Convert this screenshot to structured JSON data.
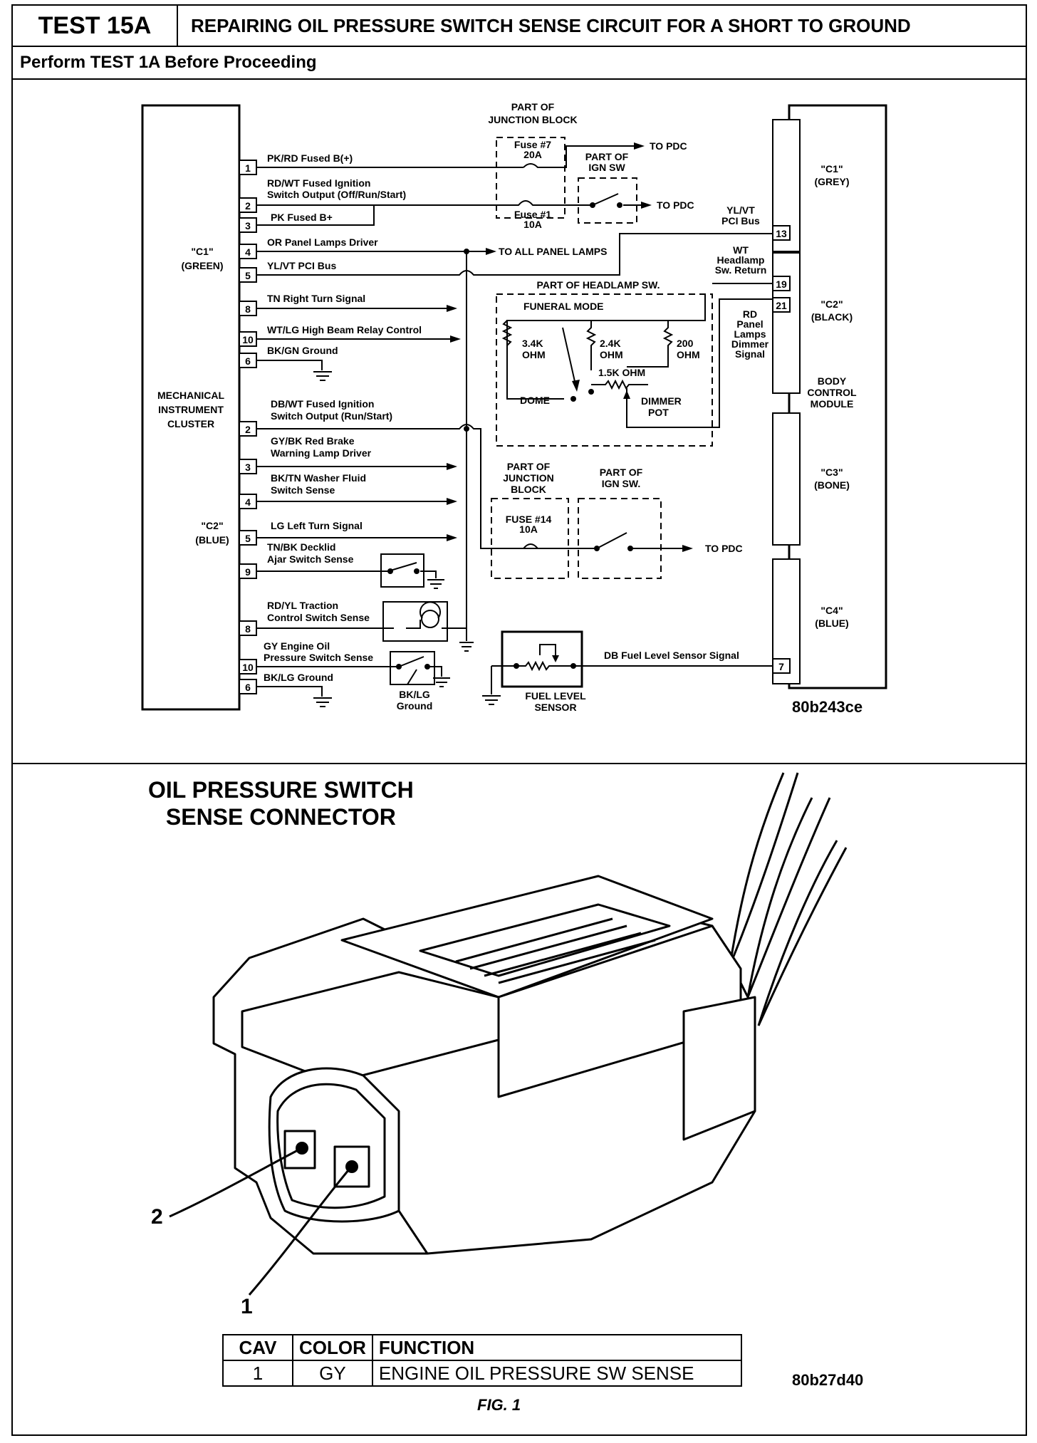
{
  "header": {
    "test_id": "TEST 15A",
    "title": "REPAIRING OIL PRESSURE SWITCH SENSE CIRCUIT FOR A SHORT TO GROUND",
    "prerequisite": "Perform TEST 1A Before Proceeding"
  },
  "schematic": {
    "cluster_label": [
      "MECHANICAL",
      "INSTRUMENT",
      "CLUSTER"
    ],
    "c1_green": [
      "\"C1\"",
      "(GREEN)"
    ],
    "c2_blue": [
      "\"C2\"",
      "(BLUE)"
    ],
    "bcm_label": [
      "BODY",
      "CONTROL",
      "MODULE"
    ],
    "bcm_c1": [
      "\"C1\"",
      "(GREY)"
    ],
    "bcm_c2": [
      "\"C2\"",
      "(BLACK)"
    ],
    "bcm_c3": [
      "\"C3\"",
      "(BONE)"
    ],
    "bcm_c4": [
      "\"C4\"",
      "(BLUE)"
    ],
    "junction_block_top": [
      "PART OF",
      "JUNCTION BLOCK"
    ],
    "fuse7": [
      "Fuse #7",
      "20A"
    ],
    "fuse1": [
      "Fuse #1",
      "10A"
    ],
    "ign_sw_top": [
      "PART OF",
      "IGN SW"
    ],
    "to_pdc": "TO PDC",
    "to_all_panel_lamps": "TO ALL PANEL LAMPS",
    "headlamp_sw": "PART OF HEADLAMP SW.",
    "funeral_mode": "FUNERAL MODE",
    "res_34k": [
      "3.4K",
      "OHM"
    ],
    "res_24k": [
      "2.4K",
      "OHM"
    ],
    "res_200": [
      "200",
      "OHM"
    ],
    "res_15k": "1.5K OHM",
    "dome": "DOME",
    "dimmer_pot": [
      "DIMMER",
      "POT"
    ],
    "junction_block_bottom": [
      "PART OF",
      "JUNCTION",
      "BLOCK"
    ],
    "ign_sw_bottom": [
      "PART OF",
      "IGN SW."
    ],
    "fuse14": [
      "FUSE #14",
      "10A"
    ],
    "fuel_level_sensor": [
      "FUEL LEVEL",
      "SENSOR"
    ],
    "bklg_ground": [
      "BK/LG",
      "Ground"
    ],
    "bcm_yl_vt": [
      "YL/VT",
      "PCI Bus"
    ],
    "bcm_wt": [
      "WT",
      "Headlamp",
      "Sw. Return"
    ],
    "bcm_rd": [
      "RD",
      "Panel",
      "Lamps",
      "Dimmer",
      "Signal"
    ],
    "diagram_code": "80b243ce",
    "c1_pins": [
      {
        "pin": "1",
        "wire": [
          "PK/RD Fused B(+)"
        ]
      },
      {
        "pin": "2",
        "wire": [
          "RD/WT Fused Ignition",
          "Switch Output (Off/Run/Start)"
        ]
      },
      {
        "pin": "3",
        "wire": [
          "PK  Fused B+"
        ]
      },
      {
        "pin": "4",
        "wire": [
          "OR Panel Lamps Driver"
        ]
      },
      {
        "pin": "5",
        "wire": [
          "YL/VT PCI Bus"
        ]
      },
      {
        "pin": "8",
        "wire": [
          "TN Right Turn Signal"
        ]
      },
      {
        "pin": "10",
        "wire": [
          "WT/LG High Beam Relay Control"
        ]
      },
      {
        "pin": "6",
        "wire": [
          "BK/GN Ground"
        ]
      }
    ],
    "c2_pins": [
      {
        "pin": "2",
        "wire": [
          "DB/WT Fused Ignition",
          "Switch Output (Run/Start)"
        ]
      },
      {
        "pin": "3",
        "wire": [
          "GY/BK Red Brake",
          "Warning Lamp Driver"
        ]
      },
      {
        "pin": "4",
        "wire": [
          "BK/TN Washer Fluid",
          "Switch Sense"
        ]
      },
      {
        "pin": "5",
        "wire": [
          "LG Left Turn Signal"
        ]
      },
      {
        "pin": "9",
        "wire": [
          "TN/BK Decklid",
          "Ajar Switch Sense"
        ]
      },
      {
        "pin": "8",
        "wire": [
          "RD/YL Traction",
          "Control Switch Sense"
        ]
      },
      {
        "pin": "10",
        "wire": [
          "GY Engine Oil",
          "Pressure Switch Sense"
        ]
      },
      {
        "pin": "6",
        "wire": [
          "BK/LG Ground"
        ]
      }
    ],
    "bcm_pins": [
      "13",
      "19",
      "21",
      "7"
    ],
    "db_fuel_signal": "DB Fuel Level Sensor Signal"
  },
  "connector": {
    "title": [
      "OIL PRESSURE SWITCH",
      "SENSE CONNECTOR"
    ],
    "callouts": [
      "2",
      "1"
    ],
    "table": {
      "headers": [
        "CAV",
        "COLOR",
        "FUNCTION"
      ],
      "rows": [
        [
          "1",
          "GY",
          "ENGINE OIL PRESSURE SW SENSE"
        ]
      ]
    },
    "figure_label": "FIG. 1",
    "figure_code": "80b27d40"
  }
}
